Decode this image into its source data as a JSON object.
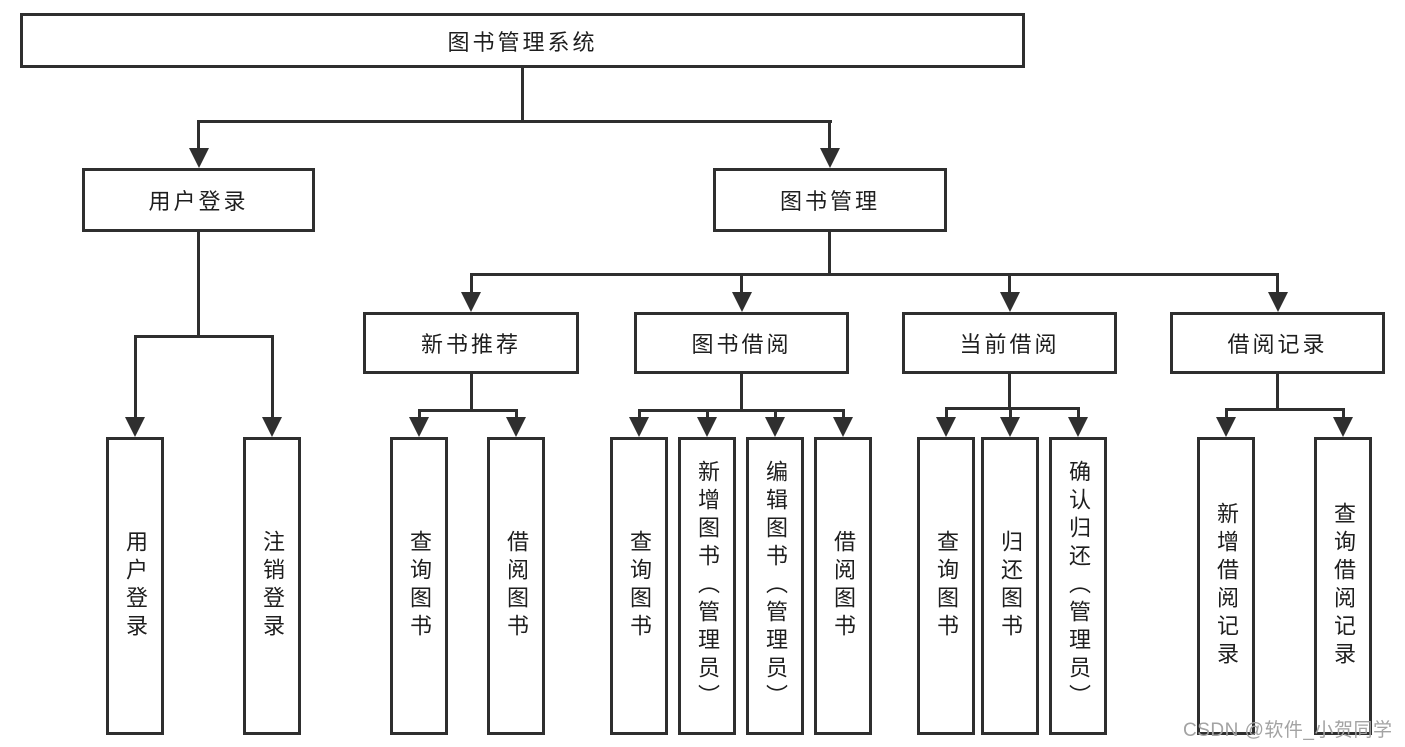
{
  "colors": {
    "line": "#2f2f2f",
    "border": "#2f2f2f",
    "text": "#1e1e1e",
    "watermark": "#a3a3a3",
    "bg": "#ffffff"
  },
  "diagram": {
    "title": "图书管理系统",
    "root": {
      "label": "图书管理系统"
    },
    "level2": [
      {
        "label": "用户登录"
      },
      {
        "label": "图书管理"
      }
    ],
    "level3": [
      {
        "label": "新书推荐",
        "parent": "图书管理"
      },
      {
        "label": "图书借阅",
        "parent": "图书管理"
      },
      {
        "label": "当前借阅",
        "parent": "图书管理"
      },
      {
        "label": "借阅记录",
        "parent": "图书管理"
      }
    ],
    "leaves": [
      {
        "label": "用户登录",
        "parent": "用户登录"
      },
      {
        "label": "注销登录",
        "parent": "用户登录"
      },
      {
        "label": "查询图书",
        "parent": "新书推荐"
      },
      {
        "label": "借阅图书",
        "parent": "新书推荐"
      },
      {
        "label": "查询图书",
        "parent": "图书借阅"
      },
      {
        "label": "新增图书（管理员）",
        "parent": "图书借阅"
      },
      {
        "label": "编辑图书（管理员）",
        "parent": "图书借阅"
      },
      {
        "label": "借阅图书",
        "parent": "图书借阅"
      },
      {
        "label": "查询图书",
        "parent": "当前借阅"
      },
      {
        "label": "归还图书",
        "parent": "当前借阅"
      },
      {
        "label": "确认归还（管理员）",
        "parent": "当前借阅"
      },
      {
        "label": "新增借阅记录",
        "parent": "借阅记录"
      },
      {
        "label": "查询借阅记录",
        "parent": "借阅记录"
      }
    ]
  },
  "watermark": {
    "text": "CSDN @软件_小贺同学"
  }
}
